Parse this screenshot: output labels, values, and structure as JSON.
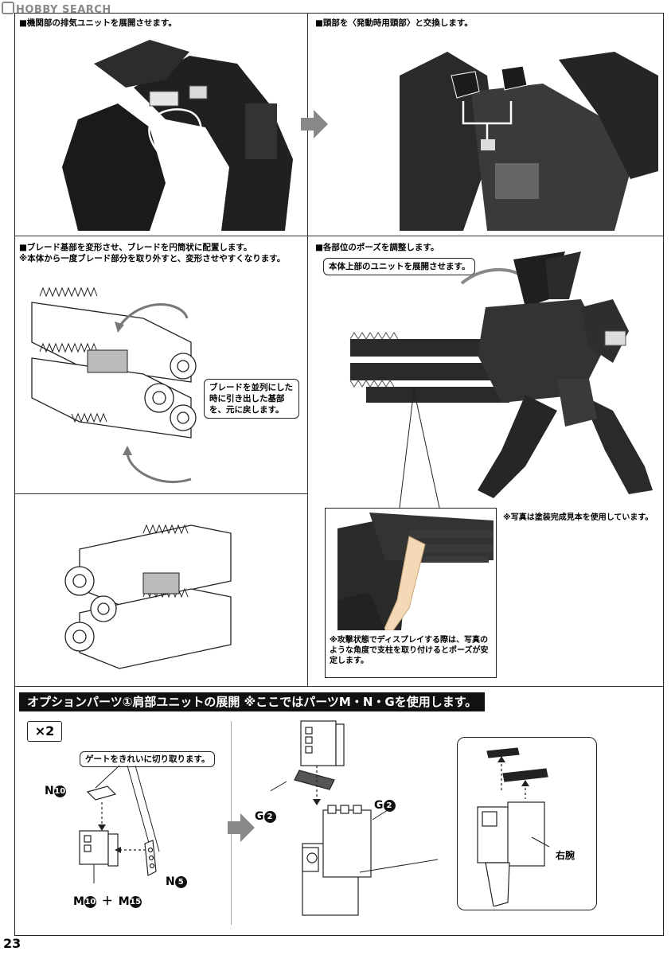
{
  "watermark": "HOBBY SEARCH",
  "page_number": "23",
  "step1": {
    "caption": "■機関部の排気ユニットを展開させます。"
  },
  "step2": {
    "caption": "■頭部を〈発動時用頭部〉と交換します。"
  },
  "step3": {
    "caption_line1": "■ブレード基部を変形させ、ブレードを円筒状に配置します。",
    "caption_line2": "※本体から一度ブレード部分を取り外すと、変形させやすくなります。",
    "callout": "ブレードを並列にした時に引き出した基部を、元に戻します。"
  },
  "step4": {
    "caption": "■各部位のポーズを調整します。",
    "callout": "本体上部のユニットを展開させます。",
    "photo_note": "※写真は塗装完成見本を使用しています。",
    "inset_note": "※攻撃状態でディスプレイする際は、写真のような角度で支柱を取り付けるとポーズが安定します。"
  },
  "option": {
    "banner": "オプションパーツ①肩部ユニットの展開 ※ここではパーツM・N・Gを使用します。",
    "multiplier": "×2",
    "gate_note": "ゲートをきれいに切り取ります。",
    "part_n10": "N",
    "part_n10_num": "10",
    "part_n5": "N",
    "part_n5_num": "5",
    "part_m10": "M",
    "part_m10_num": "10",
    "plus": "＋",
    "part_m15": "M",
    "part_m15_num": "15",
    "part_g2_left": "G",
    "part_g2_left_num": "2",
    "part_g2_right": "G",
    "part_g2_right_num": "2",
    "right_arm_label": "右腕"
  }
}
